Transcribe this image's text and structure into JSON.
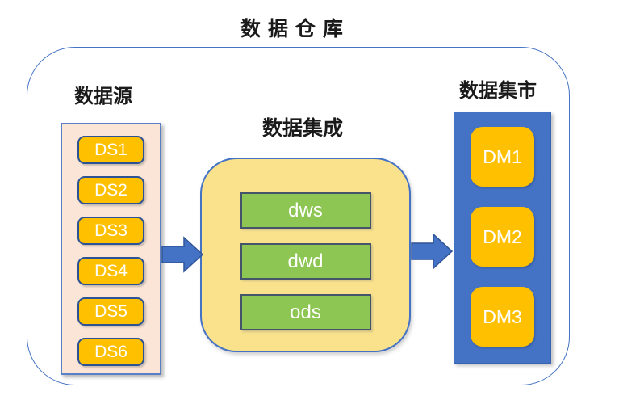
{
  "title": "数 据 仓 库",
  "diagram": {
    "source": {
      "label": "数据源",
      "items": [
        "DS1",
        "DS2",
        "DS3",
        "DS4",
        "DS5",
        "DS6"
      ]
    },
    "integration": {
      "label": "数据集成",
      "items": [
        "dws",
        "dwd",
        "ods"
      ]
    },
    "mart": {
      "label": "数据集市",
      "items": [
        "DM1",
        "DM2",
        "DM3"
      ]
    }
  },
  "icons": {
    "flow_arrow": "right-arrow"
  },
  "colors": {
    "accent_blue": "#4472C4",
    "border_navy": "#2E5395",
    "slate_border": "#44546A",
    "box_orange": "#FFC000",
    "box_green": "#8DC653",
    "panel_pink": "#FBE5D6",
    "panel_yellow": "#FAE28C",
    "panel_blue": "#4472C4",
    "boundary_blue": "#4472C4",
    "text_white": "#FFFFFF",
    "text_black": "#1A1A1A"
  }
}
